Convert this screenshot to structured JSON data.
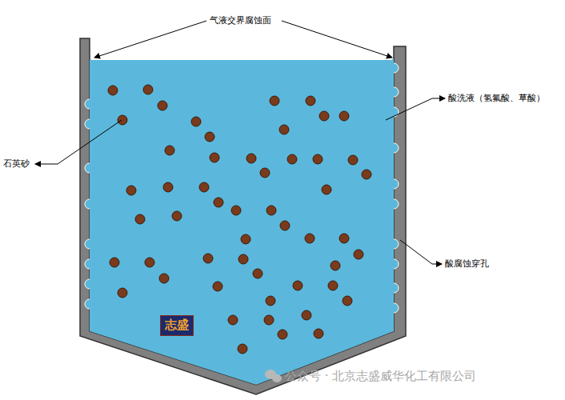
{
  "diagram": {
    "nodes": [
      {
        "text": [
          "志盛"
        ]
      }
    ],
    "labels": [
      "气液交界腐蚀面",
      "酸洗液（氢氟酸、草酸）",
      "石英砂",
      "酸腐蚀穿孔",
      "公众号 · 北京志盛威华化工有限公司"
    ]
  }
}
